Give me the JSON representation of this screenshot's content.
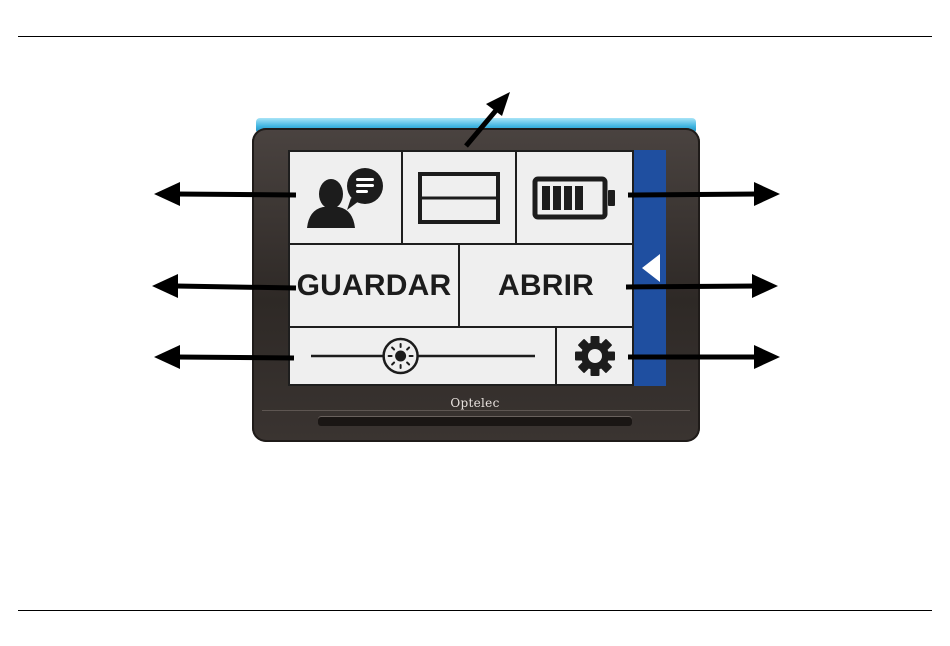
{
  "device": {
    "brand": "Optelec"
  },
  "screen": {
    "buttons": {
      "save_label": "GUARDAR",
      "open_label": "ABRIR"
    },
    "icons": {
      "speech": "speech-user-icon",
      "layout": "layout-split-icon",
      "battery": "battery-icon",
      "brightness": "brightness-icon",
      "settings": "gear-icon",
      "panel_toggle": "chevron-left-icon"
    },
    "battery_level": 0.8,
    "brightness_level": 0.4
  },
  "colors": {
    "panel_blue": "#1f4fa0",
    "tile_bg": "#efefef",
    "icon_dark": "#1c1c1c",
    "strip_blue": "#3fb4e0"
  }
}
